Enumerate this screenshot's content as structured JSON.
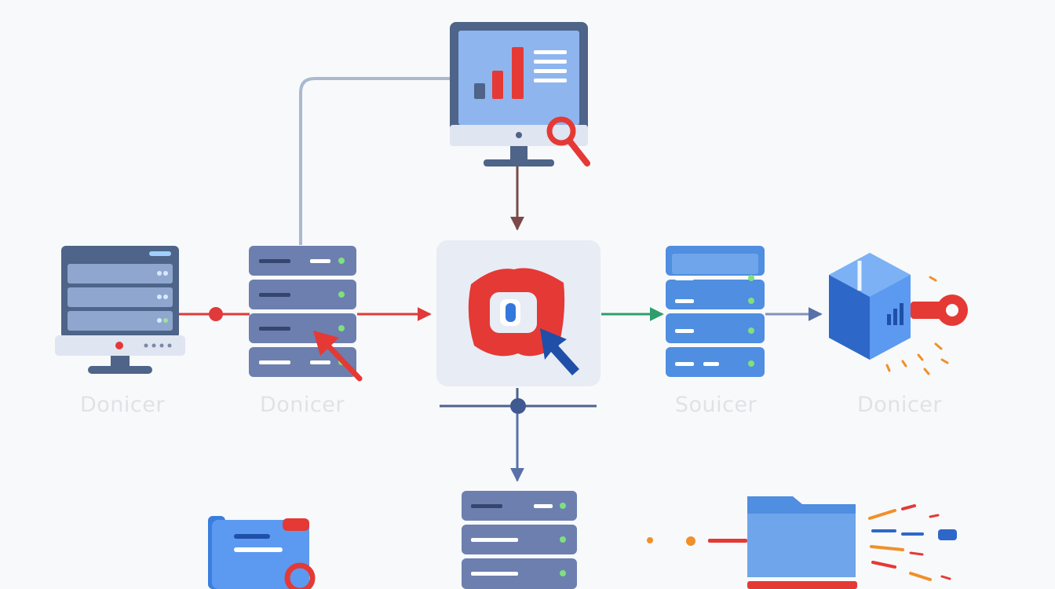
{
  "diagram": {
    "labels": {
      "node1": "Donicer",
      "node2": "Donicer",
      "node3": "Souicer",
      "node4": "Donicer"
    }
  },
  "colors": {
    "background": "#f8f9fb",
    "server_slate": "#6d7fae",
    "server_blue": "#4f8ee0",
    "monitor_frame": "#4e6488",
    "screen": "#8fb5ee",
    "accent_red": "#e53935",
    "accent_green": "#2e9e6b",
    "accent_orange": "#f0902a",
    "label_gray": "#dfe2e6",
    "connector": "#a9b9cf"
  },
  "icons": [
    "analytics-monitor-icon",
    "magnifier-icon",
    "desktop-server-icon",
    "server-rack-icon",
    "security-hub-icon",
    "cursor-icon",
    "database-server-icon",
    "cube-key-icon",
    "document-icon",
    "folder-icon"
  ]
}
